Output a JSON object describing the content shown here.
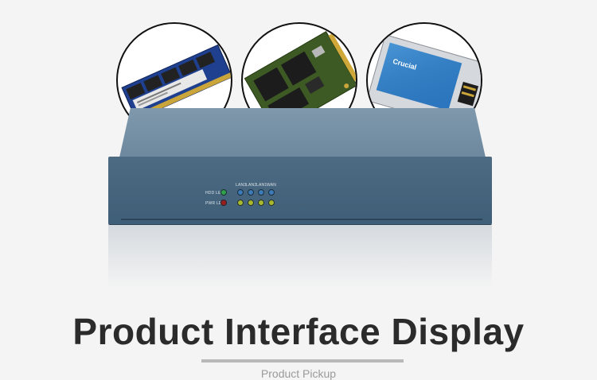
{
  "device": {
    "led_labels": {
      "hdd": "HDD LED",
      "pwr": "PWR LED",
      "lan3": "LAN3",
      "lan2": "LAN2",
      "lan1": "LAN1",
      "wan": "WAN"
    }
  },
  "components": [
    {
      "name": "ram-module",
      "icon": "ram-stick-icon"
    },
    {
      "name": "msata-ssd",
      "icon": "msata-card-icon"
    },
    {
      "name": "sata-ssd",
      "icon": "ssd-drive-icon",
      "label": "Crucial"
    }
  ],
  "heading": {
    "title": "Product Interface Display",
    "subtitle": "Product Pickup"
  }
}
